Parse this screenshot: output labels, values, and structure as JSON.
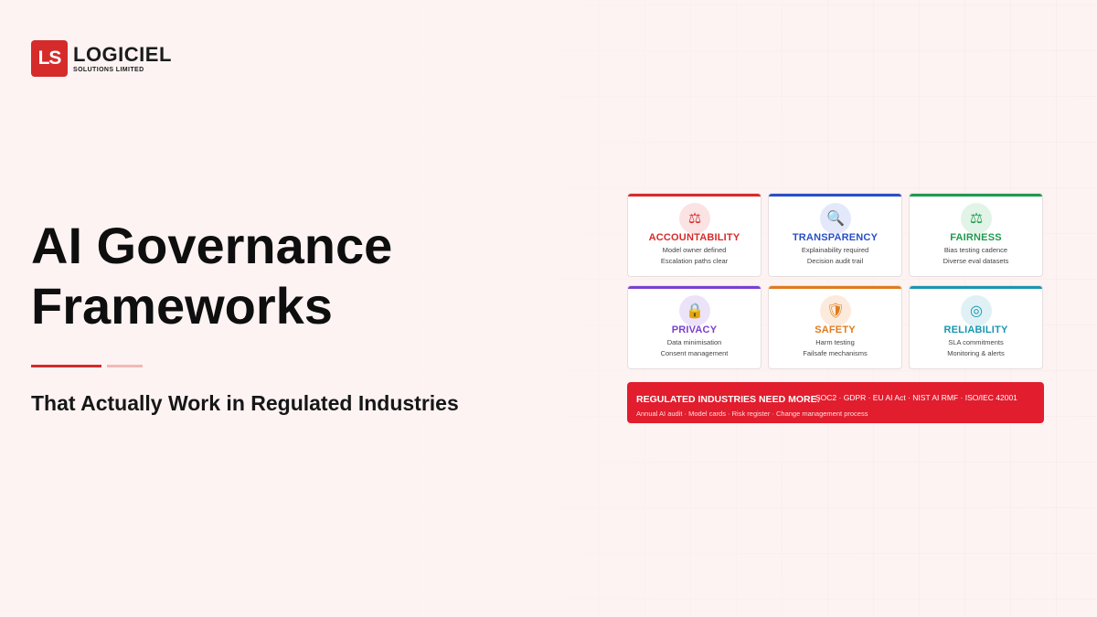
{
  "brand": {
    "mark": "LS",
    "name": "LOGICIEL",
    "tagline": "SOLUTIONS LIMITED",
    "color": "#d52b2b"
  },
  "hero": {
    "title_line1": "AI Governance",
    "title_line2": "Frameworks",
    "subtitle": "That Actually Work in Regulated Industries"
  },
  "pillars": [
    {
      "label": "ACCOUNTABILITY",
      "line1": "Model owner defined",
      "line2": "Escalation paths clear",
      "icon": "scales-icon",
      "glyph": "⚖",
      "color": "#d52b2b",
      "tint": "#fbe3e3"
    },
    {
      "label": "TRANSPARENCY",
      "line1": "Explainability required",
      "line2": "Decision audit trail",
      "icon": "magnifier-icon",
      "glyph": "🔍",
      "color": "#2a4fc4",
      "tint": "#e3e9fb"
    },
    {
      "label": "FAIRNESS",
      "line1": "Bias testing cadence",
      "line2": "Diverse eval datasets",
      "icon": "scales-icon",
      "glyph": "⚖",
      "color": "#1f9a4e",
      "tint": "#e1f4e7"
    },
    {
      "label": "PRIVACY",
      "line1": "Data minimisation",
      "line2": "Consent management",
      "icon": "lock-icon",
      "glyph": "🔒",
      "color": "#7b3fd1",
      "tint": "#ece3f9"
    },
    {
      "label": "SAFETY",
      "line1": "Harm testing",
      "line2": "Failsafe mechanisms",
      "icon": "shield-icon",
      "glyph": "🛡",
      "color": "#e07b1d",
      "tint": "#fcebdc"
    },
    {
      "label": "RELIABILITY",
      "line1": "SLA commitments",
      "line2": "Monitoring & alerts",
      "icon": "target-icon",
      "glyph": "◎",
      "color": "#1896b0",
      "tint": "#dff1f5"
    }
  ],
  "banner": {
    "heading": "REGULATED INDUSTRIES NEED MORE:",
    "standards": "SOC2 · GDPR · EU AI Act · NIST AI RMF · ISO/IEC 42001",
    "items": "Annual AI audit · Model cards · Risk register · Change management process",
    "color": "#e11d2e"
  }
}
